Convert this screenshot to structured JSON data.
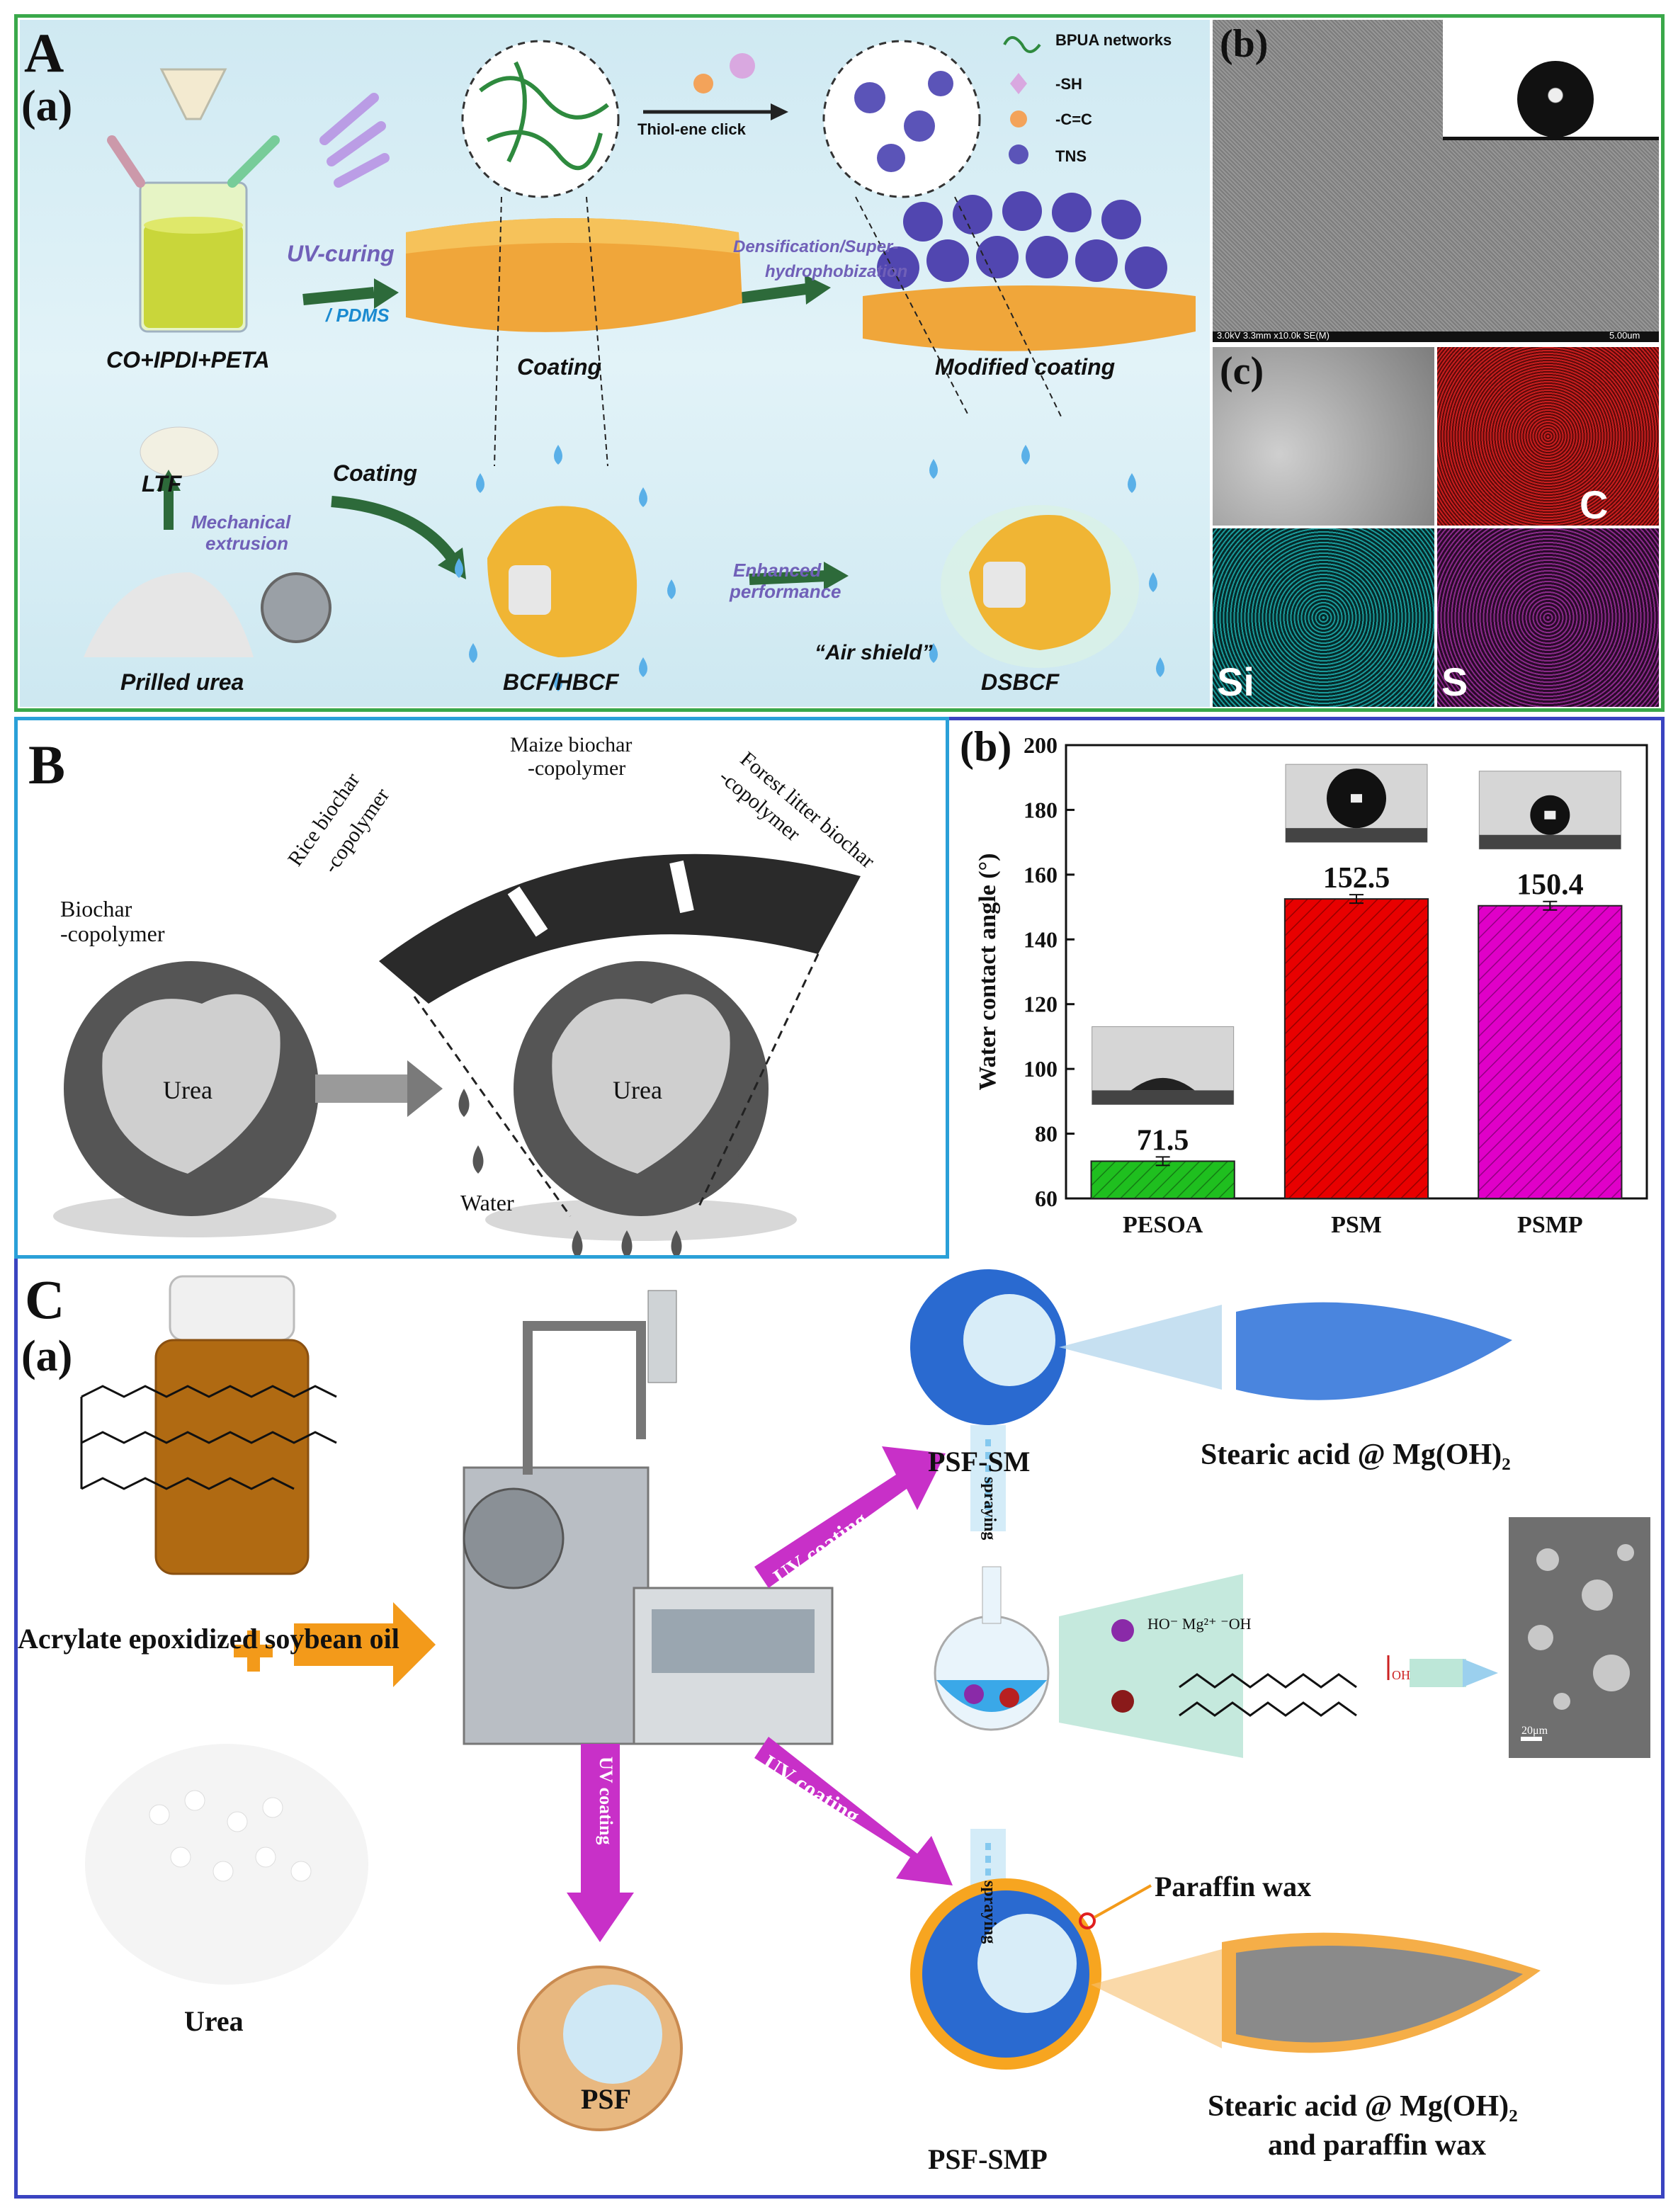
{
  "panelA": {
    "letter": "A",
    "sub_a": "(a)",
    "sub_b": "(b)",
    "sub_c": "(c)",
    "materials": "CO+IPDI+PETA",
    "uv_curing": "UV-curing",
    "pdms": "/ PDMS",
    "coating": "Coating",
    "thiol_ene": "Thiol-ene click",
    "densification": "Densification/Super-",
    "hydrophobization": "hydrophobization",
    "modified_coating": "Modified coating",
    "legend": [
      "BPUA networks",
      "-SH",
      "-C=C",
      "TNS"
    ],
    "ltf": "LTF",
    "mechanical": "Mechanical",
    "extrusion": "extrusion",
    "prilled_urea": "Prilled urea",
    "coating_arrow": "Coating",
    "bcf": "BCF/HBCF",
    "enhanced": "Enhanced",
    "performance": "performance",
    "air_shield": "“Air shield”",
    "dsbcf": "DSBCF",
    "sem_caption": "3.0kV 3.3mm x10.0k SE(M)",
    "sem_scale": "5.00um",
    "eds_labels": [
      "C",
      "Si",
      "S"
    ]
  },
  "panelB": {
    "letter": "B",
    "rice": "Rice biochar",
    "rice2": "-copolymer",
    "maize": "Maize biochar",
    "maize2": "-copolymer",
    "forest": "Forest litter biochar",
    "forest2": "-copolymer",
    "biochar": "Biochar",
    "biochar2": "-copolymer",
    "urea1": "Urea",
    "urea2": "Urea",
    "water": "Water"
  },
  "panelBb": {
    "sub": "(b)"
  },
  "chart_data": {
    "type": "bar",
    "categories": [
      "PESOA",
      "PSM",
      "PSMP"
    ],
    "values": [
      71.5,
      152.5,
      150.4
    ],
    "value_labels": [
      "71.5",
      "152.5",
      "150.4"
    ],
    "ylabel": "Water contact angle (°)",
    "ylim": [
      60,
      200
    ],
    "yticks": [
      "60",
      "80",
      "100",
      "120",
      "140",
      "160",
      "180",
      "200"
    ],
    "colors": [
      "#1fbf1f",
      "#e80000",
      "#e000c8"
    ]
  },
  "panelC": {
    "letter": "C",
    "sub": "(a)",
    "aeso": "Acrylate epoxidized soybean oil",
    "urea": "Urea",
    "psf": "PSF",
    "psf_sm": "PSF-SM",
    "psf_smp": "PSF-SMP",
    "uv1": "UV coating",
    "uv2": "UV coating",
    "uv3": "UV coating",
    "spraying1": "spraying",
    "spraying2": "spraying",
    "stearic": "Stearic acid @ Mg(OH)₂",
    "stearic2": "Stearic acid @ Mg(OH)₂",
    "and_paraffin": "and paraffin wax",
    "paraffin": "Paraffin wax",
    "ions": "HO⁻ Mg²⁺ ⁻OH",
    "oh": "OH",
    "scale": "20μm"
  }
}
